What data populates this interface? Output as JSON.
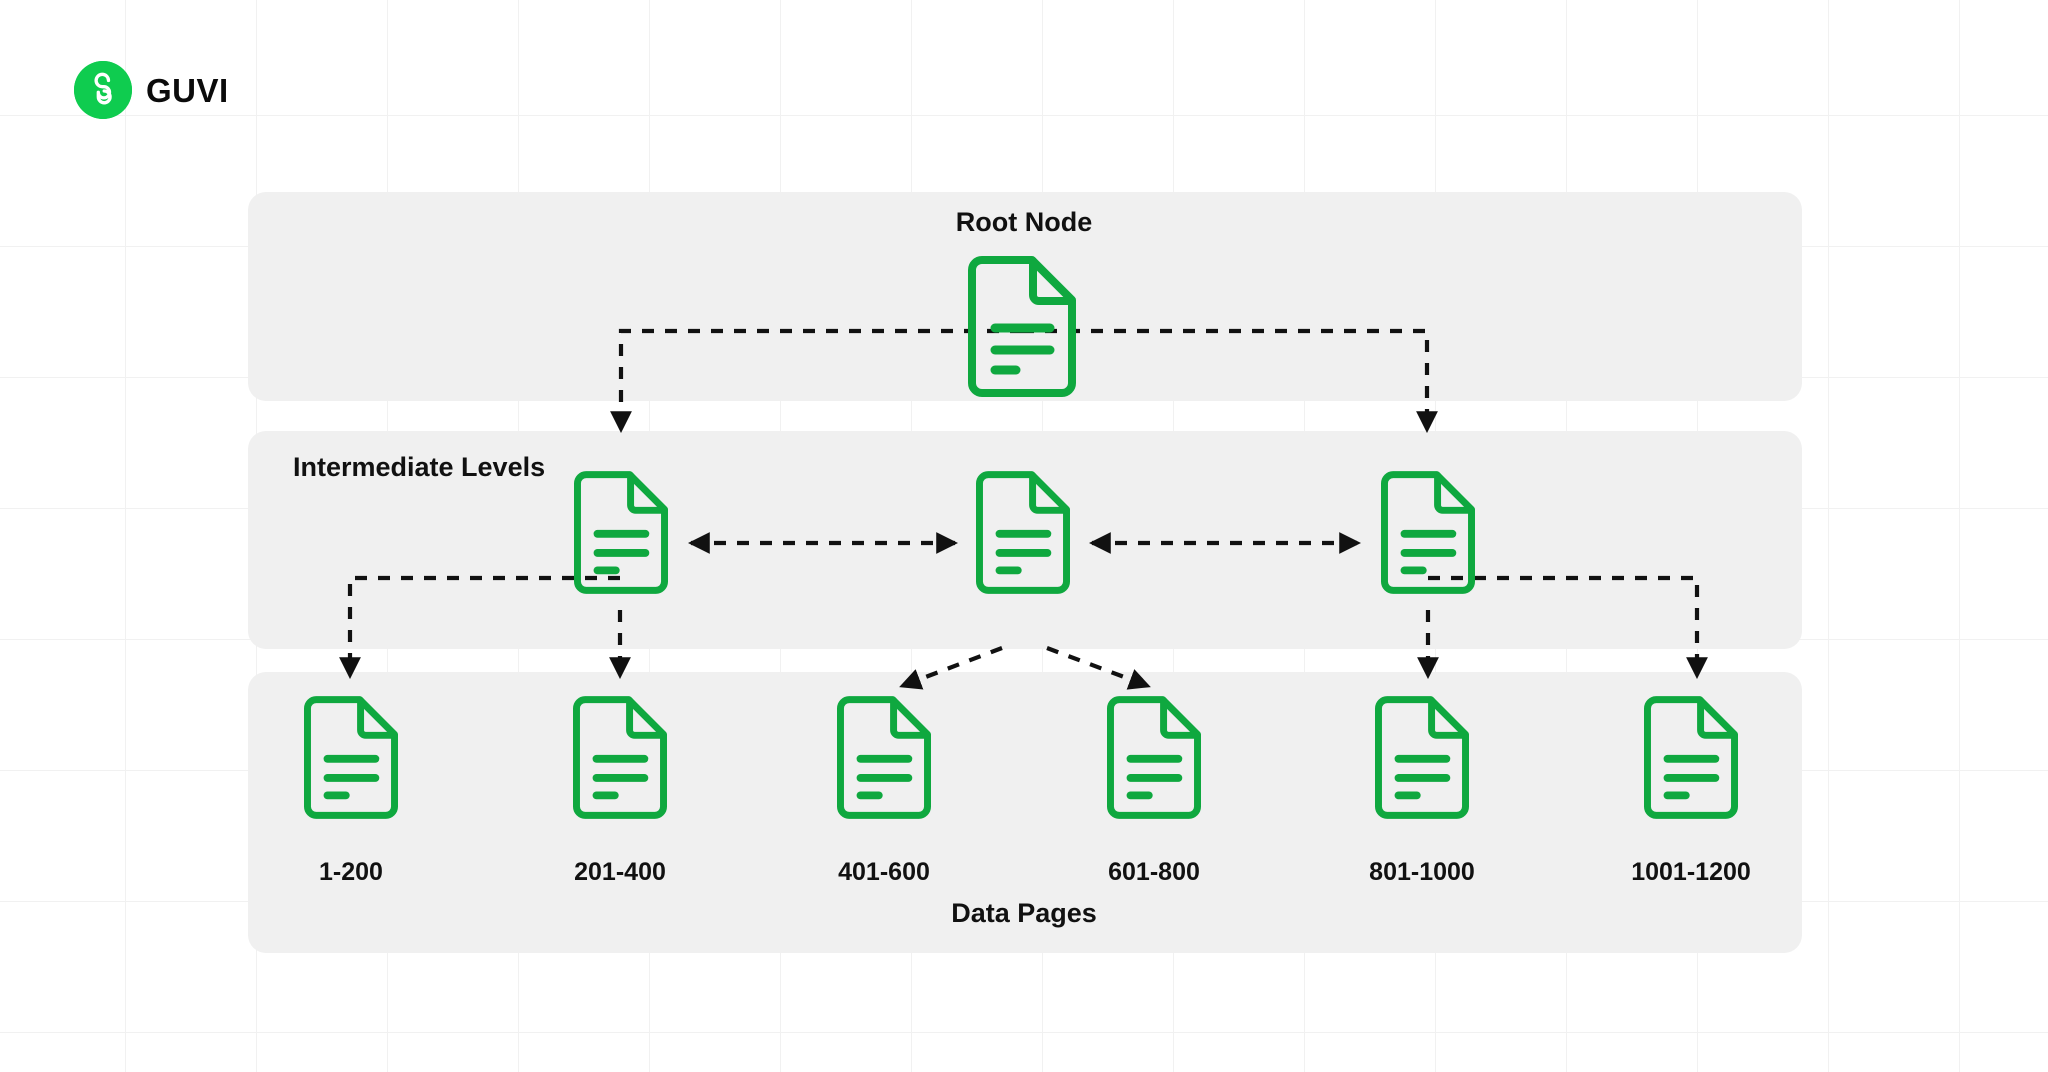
{
  "brand": {
    "name": "GUVI",
    "logo_icon": "guvi-g-logo-icon",
    "logo_color": "#0fcc4f"
  },
  "theme": {
    "page_background": "#ffffff",
    "grid_line": "#f1f1f1",
    "band_background": "#f0f0f0",
    "node_color": "#0fa83f",
    "connector_color": "#111111",
    "text_color": "#111111"
  },
  "diagram": {
    "type": "b-tree-index-structure",
    "levels": [
      {
        "id": "root",
        "title": "Root Node",
        "title_position": "center",
        "node_count": 1,
        "nodes": [
          {
            "id": "root-node",
            "icon": "document-icon",
            "label": ""
          }
        ]
      },
      {
        "id": "intermediate",
        "title": "Intermediate Levels",
        "title_position": "left",
        "node_count": 3,
        "nodes": [
          {
            "id": "intermediate-node-1",
            "icon": "document-icon",
            "label": ""
          },
          {
            "id": "intermediate-node-2",
            "icon": "document-icon",
            "label": ""
          },
          {
            "id": "intermediate-node-3",
            "icon": "document-icon",
            "label": ""
          }
        ]
      },
      {
        "id": "data",
        "title": "Data Pages",
        "title_position": "center",
        "node_count": 6,
        "nodes": [
          {
            "id": "data-page-1",
            "icon": "document-icon",
            "label": "1-200"
          },
          {
            "id": "data-page-2",
            "icon": "document-icon",
            "label": "201-400"
          },
          {
            "id": "data-page-3",
            "icon": "document-icon",
            "label": "401-600"
          },
          {
            "id": "data-page-4",
            "icon": "document-icon",
            "label": "601-800"
          },
          {
            "id": "data-page-5",
            "icon": "document-icon",
            "label": "801-1000"
          },
          {
            "id": "data-page-6",
            "icon": "document-icon",
            "label": "1001-1200"
          }
        ]
      }
    ],
    "connectors": {
      "style": "dashed",
      "arrowhead": "solid-triangle",
      "links": [
        {
          "from": "root-node",
          "to": "intermediate-node-1",
          "direction": "one-way"
        },
        {
          "from": "root-node",
          "to": "intermediate-node-3",
          "direction": "one-way"
        },
        {
          "from": "intermediate-node-1",
          "to": "intermediate-node-2",
          "direction": "two-way"
        },
        {
          "from": "intermediate-node-2",
          "to": "intermediate-node-3",
          "direction": "two-way"
        },
        {
          "from": "intermediate-node-1",
          "to": "data-page-1",
          "direction": "one-way"
        },
        {
          "from": "intermediate-node-1",
          "to": "data-page-2",
          "direction": "one-way"
        },
        {
          "from": "intermediate-node-2",
          "to": "data-page-3",
          "direction": "one-way"
        },
        {
          "from": "intermediate-node-2",
          "to": "data-page-4",
          "direction": "one-way"
        },
        {
          "from": "intermediate-node-3",
          "to": "data-page-5",
          "direction": "one-way"
        },
        {
          "from": "intermediate-node-3",
          "to": "data-page-6",
          "direction": "one-way"
        }
      ]
    }
  }
}
